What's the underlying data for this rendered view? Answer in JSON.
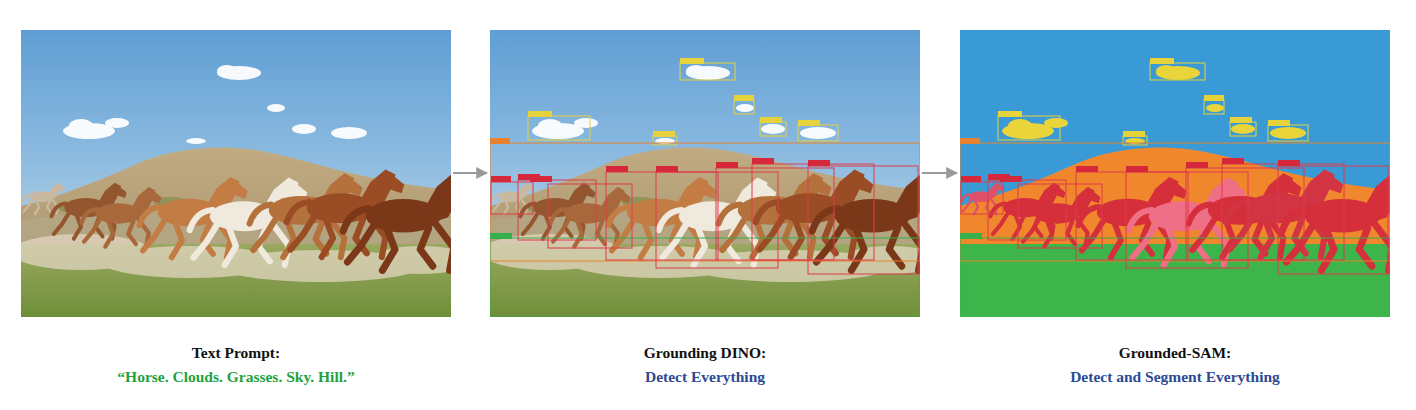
{
  "diagram": {
    "nodes": [
      {
        "text": [
          "Text Prompt:",
          "“Horse. Clouds. Grasses. Sky. Hill.”"
        ]
      },
      {
        "text": [
          "Grounding DINO:",
          "Detect Everything"
        ]
      },
      {
        "text": [
          "Grounded-SAM:",
          "Detect and Segment Everything"
        ]
      }
    ],
    "edges": [
      {
        "from": 0,
        "to": 1,
        "arrow": "to"
      },
      {
        "from": 1,
        "to": 2,
        "arrow": "to"
      }
    ]
  }
}
